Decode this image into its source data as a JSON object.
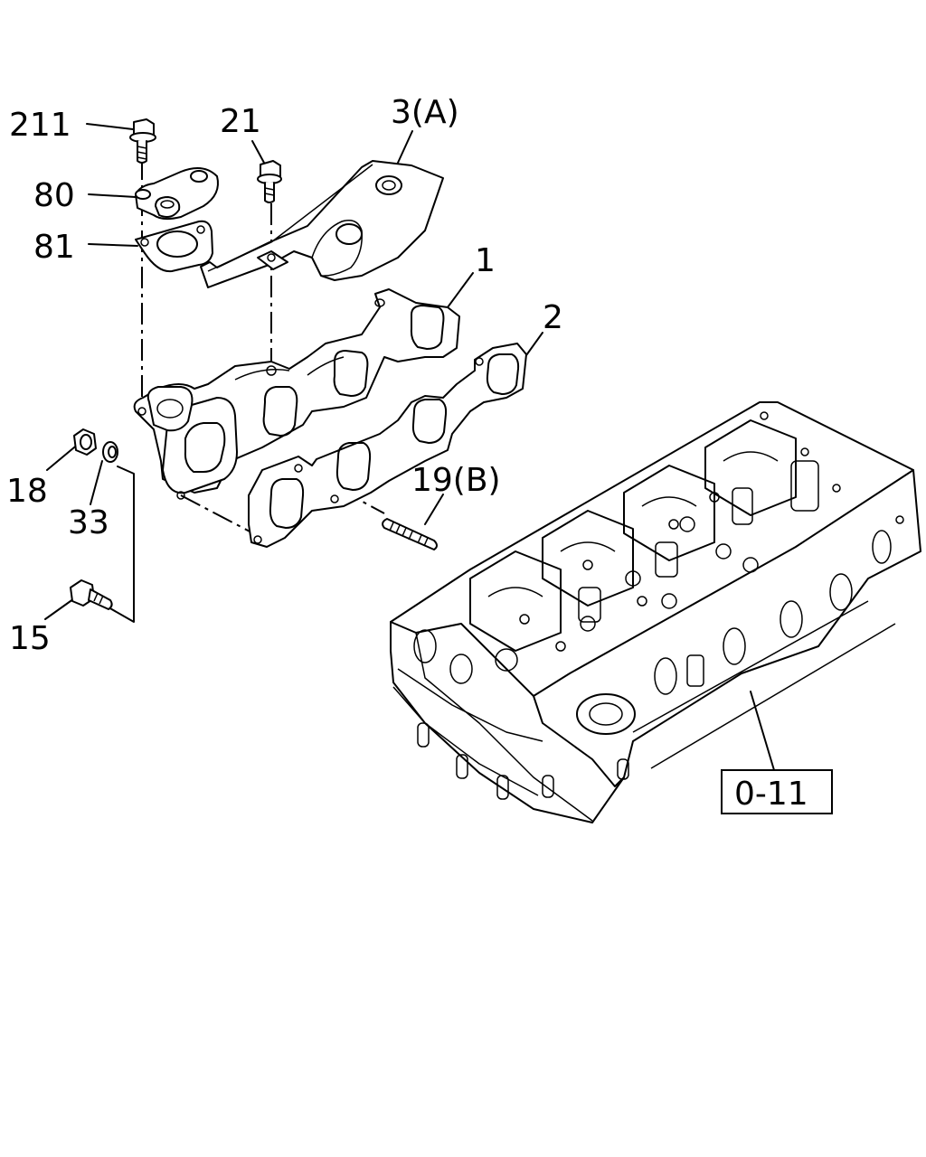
{
  "callouts": {
    "c211": "211",
    "c21": "21",
    "c3a": "3(A)",
    "c80": "80",
    "c81": "81",
    "c1": "1",
    "c2": "2",
    "c18": "18",
    "c33": "33",
    "c19b": "19(B)",
    "c15": "15"
  },
  "reference": {
    "label": "0-11"
  }
}
